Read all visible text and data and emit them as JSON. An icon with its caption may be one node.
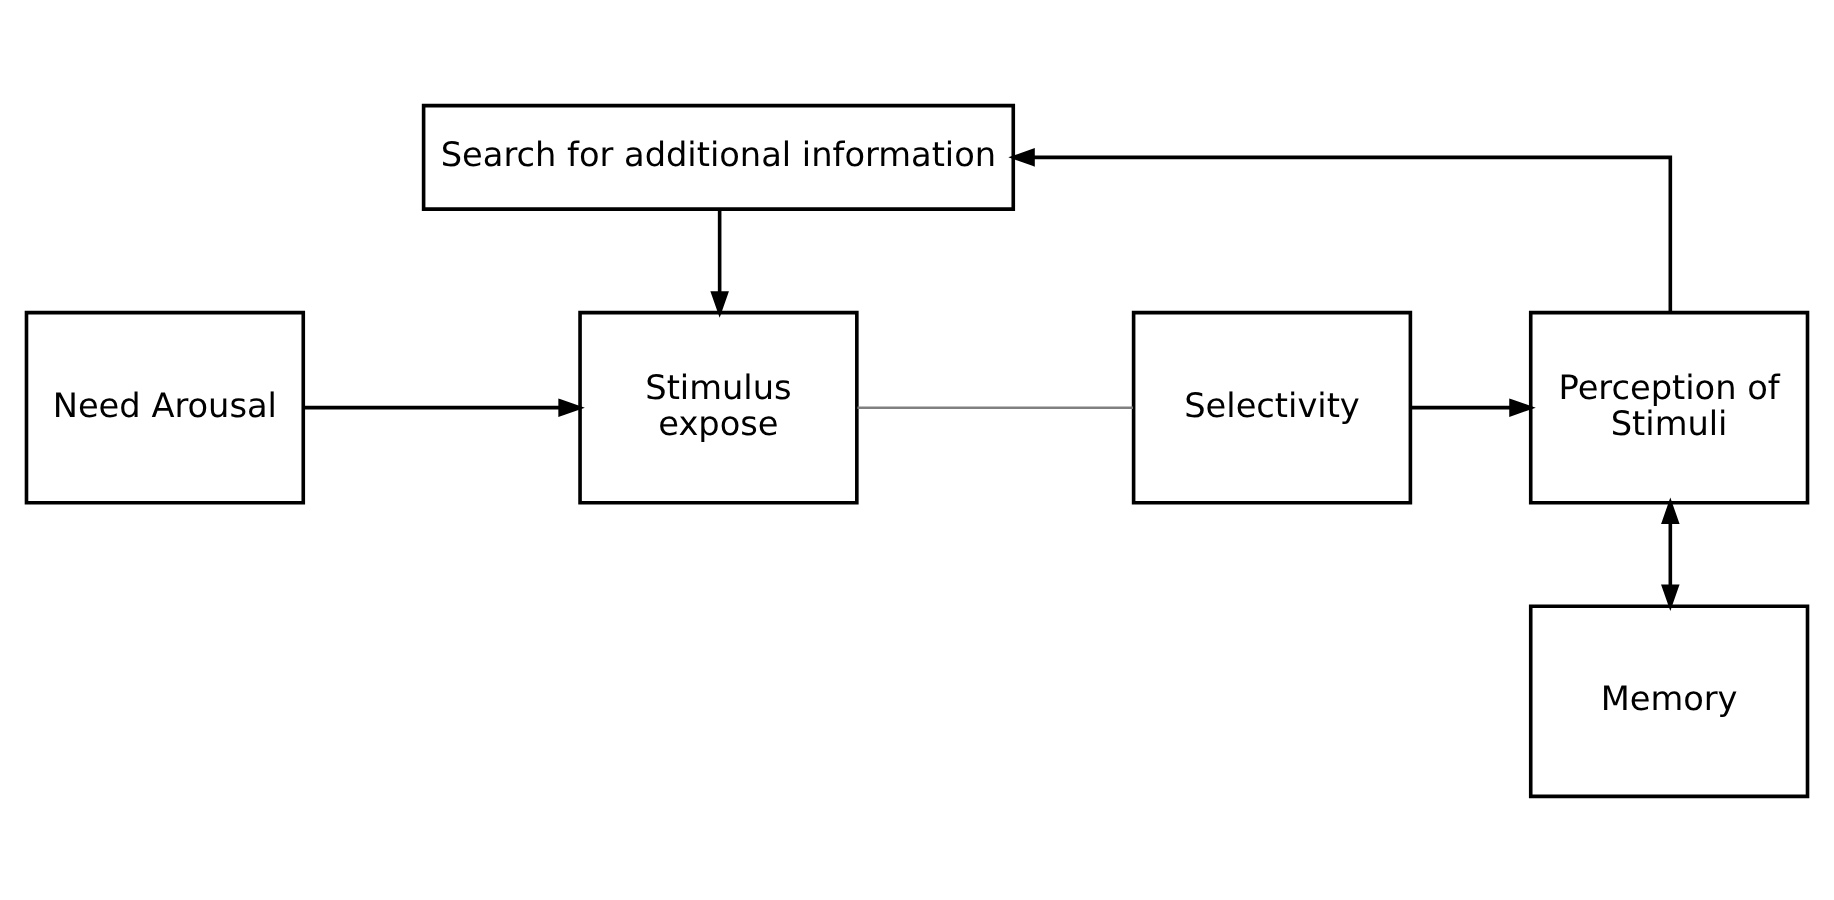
{
  "diagram": {
    "nodes": [
      {
        "text": [
          "Search for additional information"
        ]
      },
      {
        "text": [
          "Need Arousal"
        ]
      },
      {
        "text": [
          "Stimulus expose"
        ]
      },
      {
        "text": [
          "Selectivity"
        ]
      },
      {
        "text": [
          "Perception of Stimuli"
        ]
      },
      {
        "text": [
          "Memory"
        ]
      }
    ],
    "edges": [
      {
        "from": 4,
        "to": 0,
        "arrow": "to"
      },
      {
        "from": 0,
        "to": 2,
        "arrow": "to"
      },
      {
        "from": 1,
        "to": 2,
        "arrow": "to"
      },
      {
        "from": 2,
        "to": 3,
        "arrow": "none",
        "color": "#808080"
      },
      {
        "from": 3,
        "to": 4,
        "arrow": "to"
      },
      {
        "from": 4,
        "to": 5,
        "arrow": "both"
      }
    ]
  }
}
